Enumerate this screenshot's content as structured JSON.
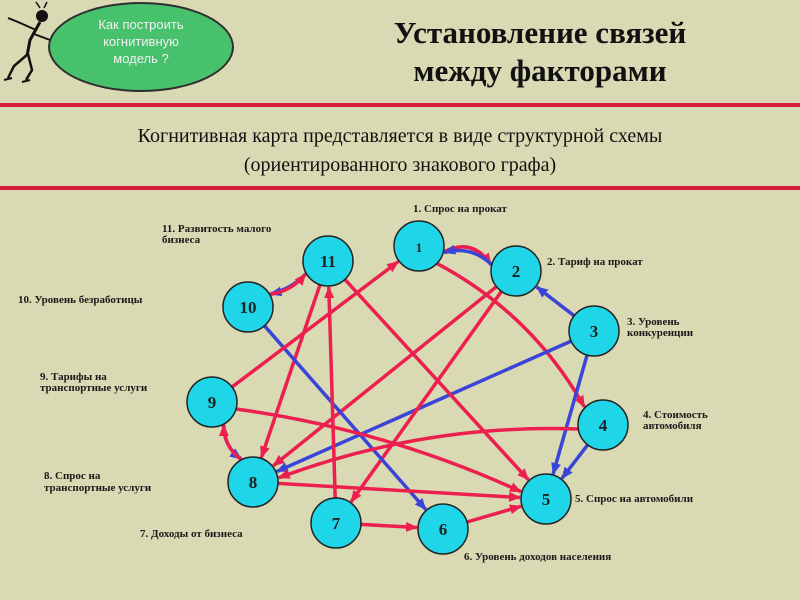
{
  "header": {
    "bubble_lines": [
      "Как построить",
      "когнитивную",
      "модель ?"
    ],
    "title_line1": "Установление связей",
    "title_line2": "между факторами"
  },
  "subtitle": {
    "line1": "Когнитивная карта представляется в виде структурной схемы",
    "line2": "(ориентированного знакового графа)"
  },
  "colors": {
    "background": "#d9d9b3",
    "node_fill": "#1fd5e8",
    "positive_edge": "#ec1f4e",
    "negative_edge": "#3a45d8",
    "rule": "#d71d3c",
    "bubble": "#47c16c"
  },
  "nodes": [
    {
      "id": "1",
      "label": "1. Спрос на прокат"
    },
    {
      "id": "2",
      "label": "2. Тариф на прокат"
    },
    {
      "id": "3",
      "label": "3. Уровень конкуренции"
    },
    {
      "id": "4",
      "label": "4. Стоимость автомобиля"
    },
    {
      "id": "5",
      "label": "5. Спрос на автомобили"
    },
    {
      "id": "6",
      "label": "6. Уровень доходов населения"
    },
    {
      "id": "7",
      "label": "7. Доходы от бизнеса"
    },
    {
      "id": "8",
      "label": "8. Спрос на транспортные услуги"
    },
    {
      "id": "9",
      "label": "9. Тарифы на транспортные услуги"
    },
    {
      "id": "10",
      "label": "10. Уровень безработицы"
    },
    {
      "id": "11",
      "label": "11. Развитость малого бизнеса"
    }
  ],
  "labels": {
    "n1": "1. Спрос на прокат",
    "n2": "2. Тариф на прокат",
    "n3a": "3. Уровень",
    "n3b": "конкуренции",
    "n4a": "4. Стоимость",
    "n4b": "автомобиля",
    "n5": "5. Спрос на автомобили",
    "n6": "6. Уровень доходов населения",
    "n7": "7. Доходы от бизнеса",
    "n8a": "8. Спрос на",
    "n8b": "транспортные услуги",
    "n9a": "9. Тарифы на",
    "n9b": "транспортные услуги",
    "n10": "10. Уровень безработицы",
    "n11a": "11. Развитость малого",
    "n11b": "бизнеса"
  },
  "edges": [
    {
      "from": "1",
      "to": "2",
      "sign": "+"
    },
    {
      "from": "2",
      "to": "1",
      "sign": "-"
    },
    {
      "from": "3",
      "to": "2",
      "sign": "-"
    },
    {
      "from": "1",
      "to": "4",
      "sign": "+"
    },
    {
      "from": "3",
      "to": "5",
      "sign": "-"
    },
    {
      "from": "3",
      "to": "8",
      "sign": "-"
    },
    {
      "from": "4",
      "to": "5",
      "sign": "-"
    },
    {
      "from": "2",
      "to": "7",
      "sign": "+"
    },
    {
      "from": "2",
      "to": "8",
      "sign": "+"
    },
    {
      "from": "11",
      "to": "10",
      "sign": "-"
    },
    {
      "from": "10",
      "to": "11",
      "sign": "+"
    },
    {
      "from": "11",
      "to": "5",
      "sign": "+"
    },
    {
      "from": "11",
      "to": "8",
      "sign": "+"
    },
    {
      "from": "10",
      "to": "6",
      "sign": "-"
    },
    {
      "from": "9",
      "to": "8",
      "sign": "-"
    },
    {
      "from": "8",
      "to": "9",
      "sign": "+"
    },
    {
      "from": "9",
      "to": "1",
      "sign": "+"
    },
    {
      "from": "9",
      "to": "5",
      "sign": "+"
    },
    {
      "from": "8",
      "to": "5",
      "sign": "+"
    },
    {
      "from": "4",
      "to": "8",
      "sign": "+"
    },
    {
      "from": "6",
      "to": "5",
      "sign": "+"
    },
    {
      "from": "7",
      "to": "11",
      "sign": "+"
    },
    {
      "from": "7",
      "to": "6",
      "sign": "+"
    }
  ]
}
